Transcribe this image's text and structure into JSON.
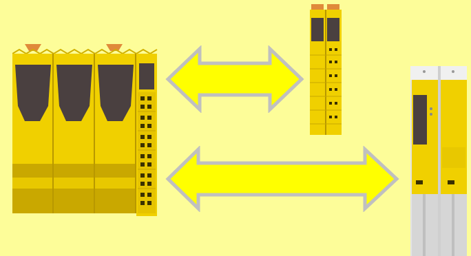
{
  "palette": {
    "background": "#fdfd99",
    "module_yellow": "#f0d000",
    "module_yellow_dark": "#c9a800",
    "module_yellow_shadow": "#b89800",
    "front_panel": "#4a4040",
    "latch_orange": "#e08a3a",
    "arrow_fill": "#ffff00",
    "arrow_outline": "#c0c0c0",
    "drive_grey": "#d6d6d6",
    "connector_dark": "#3a3000"
  },
  "scene": {
    "large_module_group": {
      "icon": "modular-safety-controller",
      "modules": 3
    },
    "small_module_pair": {
      "icon": "compact-io-modules",
      "modules": 2
    },
    "drive_pair": {
      "icon": "servo-drive-units",
      "units": 2
    },
    "arrows": [
      {
        "icon": "bidirectional-arrow",
        "links": "controller-to-io-modules"
      },
      {
        "icon": "bidirectional-arrow",
        "links": "controller-to-drives"
      }
    ]
  }
}
